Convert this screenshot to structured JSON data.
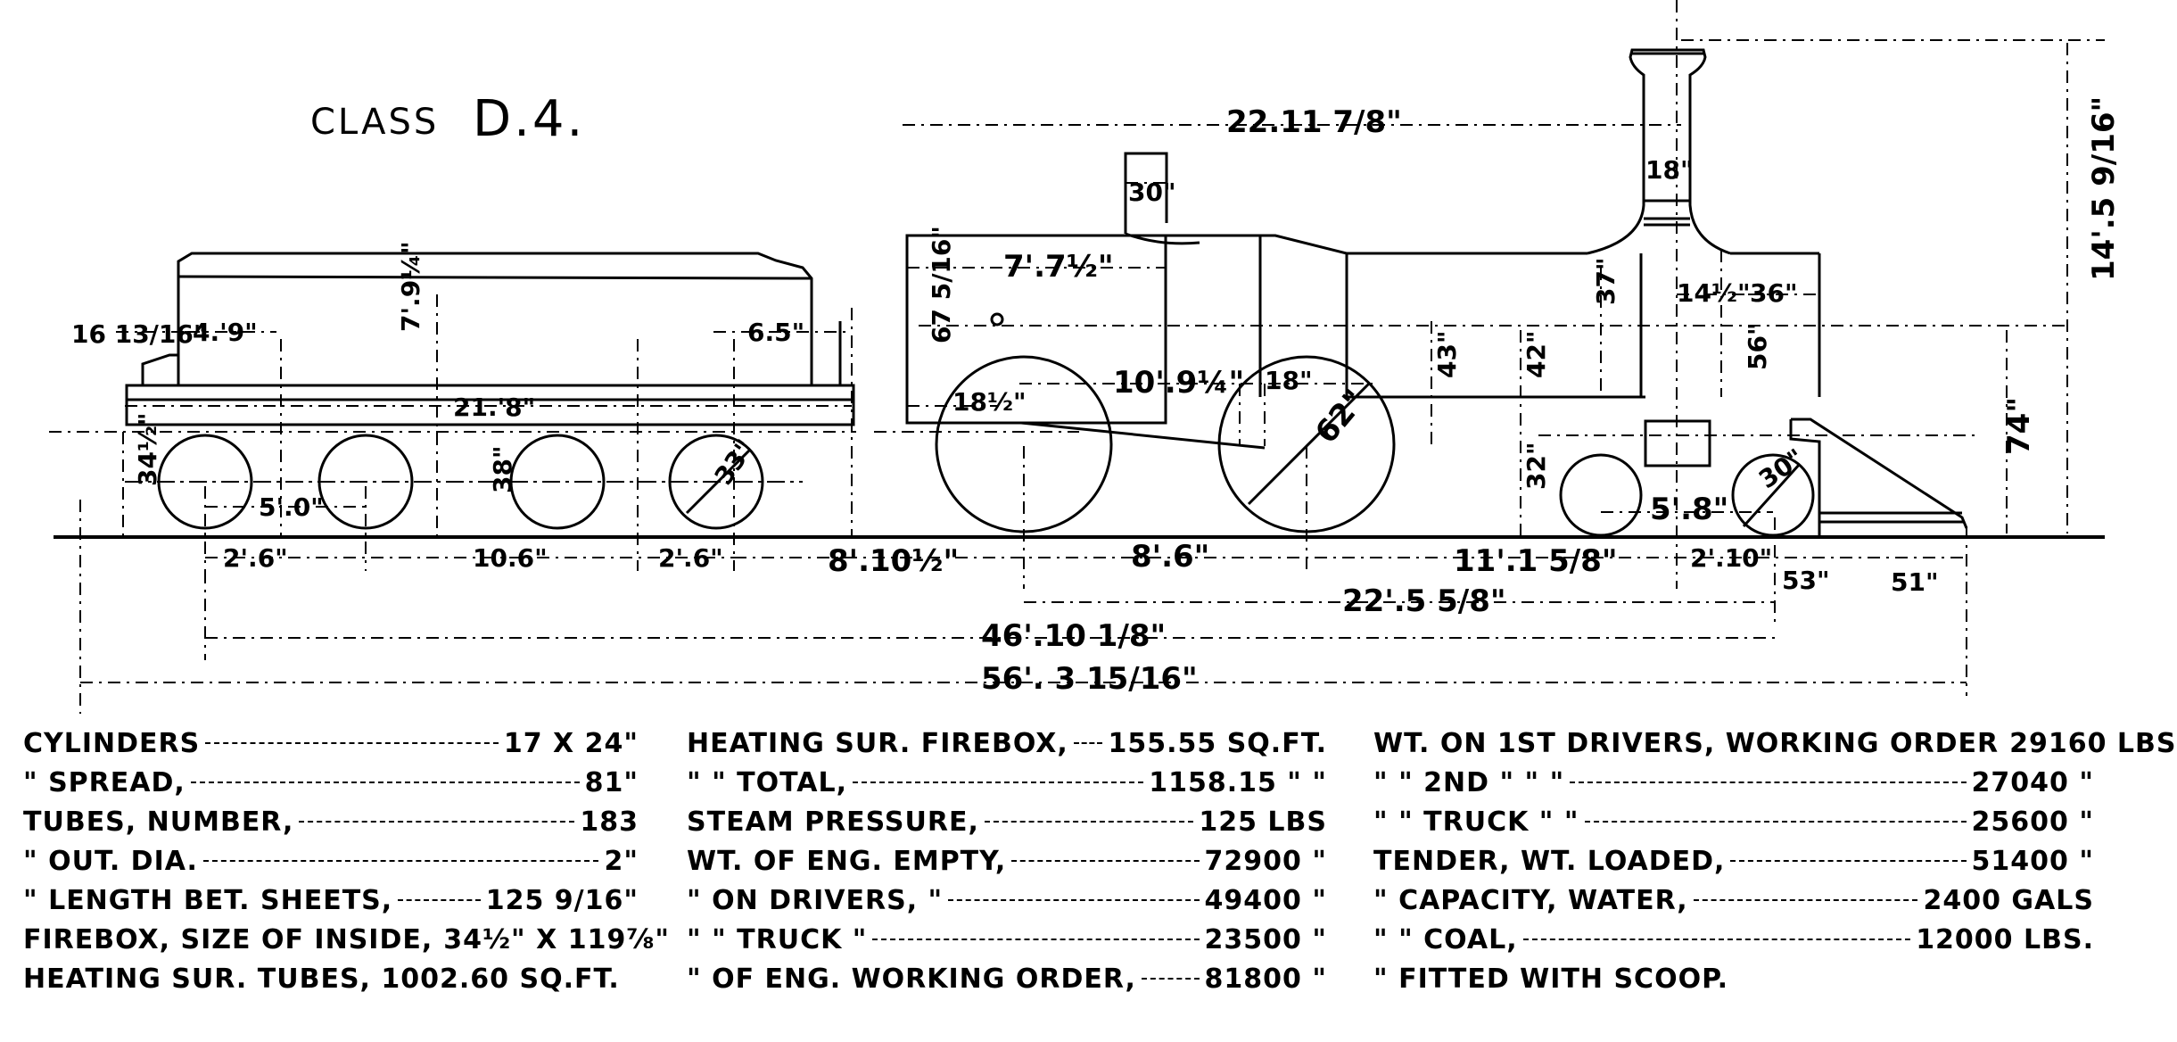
{
  "title": {
    "prefix": "CLASS",
    "code": "D.4."
  },
  "dimensions": {
    "tender_top_h": "7'.9¼\"",
    "tender_left_h": "16 13/16\"",
    "tender_front": "4.'9\"",
    "tender_rear": "6.5\"",
    "tender_len": "21.'8\"",
    "tender_base_h": "34½\"",
    "tender_axle_h": "38\"",
    "tender_wheel_space": "5'.0\"",
    "tender_wheel_dia": "33\"",
    "t_space_1": "2'.6\"",
    "t_space_2": "10.6\"",
    "t_space_3": "2'.6\"",
    "between": "8'.10½\"",
    "drivers": "8'.6\"",
    "to_truck": "11'.1 5/8\"",
    "truck_whl": "2'.10\"",
    "front_a": "53\"",
    "front_b": "51\"",
    "eng_wb": "22'.5 5/8\"",
    "total_wb": "46'.10 1/8\"",
    "overall": "56'. 3 15/16\"",
    "cab_len": "7'.7½\"",
    "cab_to_stack": "22.11 7/8\"",
    "dome": "30\"",
    "stack": "18\"",
    "cab_h": "67 5/16\"",
    "crank": "10'.9¼\"",
    "piston": "18\"",
    "rod": "18½\"",
    "driver_dia": "62\"",
    "boiler_h": "43\"",
    "smoke_h": "42\"",
    "cyl_h": "32\"",
    "truck_space": "5'.8\"",
    "truck_dia": "30\"",
    "stack_b": "14½\"",
    "front_w": "36\"",
    "stack_h": "56\"",
    "stack_base": "37\"",
    "height_74": "74\"",
    "overall_h": "14'.5 9/16\""
  },
  "specs": {
    "col1": [
      {
        "label": "CYLINDERS",
        "value": "17 X 24\""
      },
      {
        "label": "  \"      SPREAD,",
        "value": "81\""
      },
      {
        "label": "TUBES, NUMBER,",
        "value": "183"
      },
      {
        "label": "  \"   OUT. DIA.",
        "value": "2\""
      },
      {
        "label": "  \"   LENGTH BET. SHEETS,",
        "value": "125 9/16\""
      },
      {
        "label": "FIREBOX, SIZE OF INSIDE,",
        "value": "34½\" X 119⅞\""
      },
      {
        "label": "HEATING SUR. TUBES, 1002.60 SQ.FT.",
        "value": ""
      }
    ],
    "col2": [
      {
        "label": "HEATING SUR. FIREBOX,",
        "value": "155.55 SQ.FT."
      },
      {
        "label": "  \"    \"    TOTAL,",
        "value": "1158.15 \"  \""
      },
      {
        "label": "STEAM PRESSURE,",
        "value": "125 LBS"
      },
      {
        "label": "WT. OF ENG. EMPTY,",
        "value": "72900  \""
      },
      {
        "label": "  \" ON DRIVERS,    \"",
        "value": "49400  \""
      },
      {
        "label": "  \"   \"  TRUCK     \"",
        "value": "23500  \""
      },
      {
        "label": "  \" OF ENG. WORKING ORDER,",
        "value": "81800  \""
      }
    ],
    "col3": [
      {
        "label": "WT. ON 1ST DRIVERS, WORKING ORDER",
        "value": "29160 LBS"
      },
      {
        "label": "  \"   \"  2ND     \"        \"     \"",
        "value": "27040 \""
      },
      {
        "label": "  \"   \"  TRUCK    \"        \"",
        "value": "25600 \""
      },
      {
        "label": "TENDER, WT. LOADED,",
        "value": "51400 \""
      },
      {
        "label": "  \"    CAPACITY, WATER,",
        "value": "2400 GALS"
      },
      {
        "label": "  \"       \"     COAL,",
        "value": "12000 LBS."
      },
      {
        "label": "  \"    FITTED WITH SCOOP.",
        "value": ""
      }
    ]
  }
}
